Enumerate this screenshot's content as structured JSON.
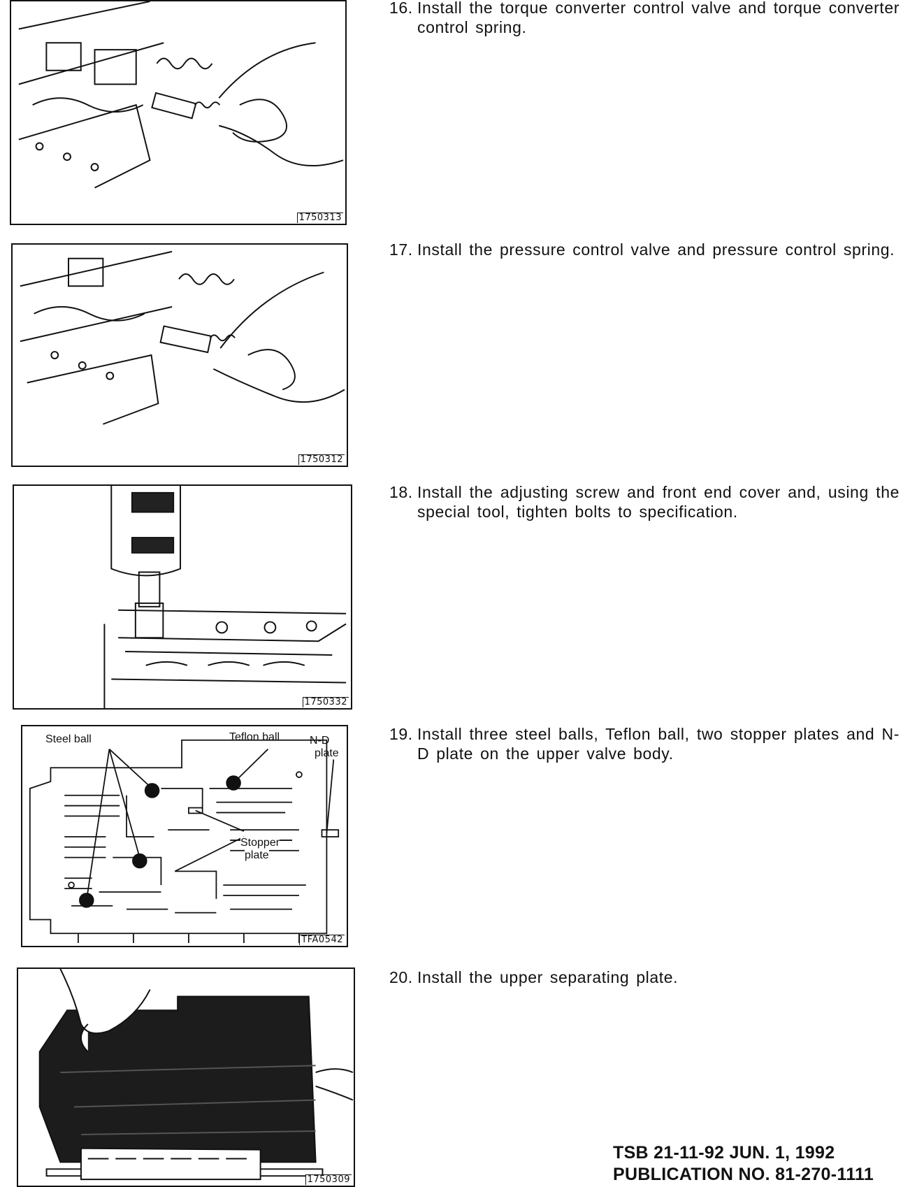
{
  "steps": [
    {
      "number": "16.",
      "text": "Install the torque converter control valve and torque converter control spring.",
      "figure_id": "1750313"
    },
    {
      "number": "17.",
      "text": "Install the pressure control valve and pressure control spring.",
      "figure_id": "1750312"
    },
    {
      "number": "18.",
      "text": "Install the adjusting screw and front end cover and, using the special tool, tighten bolts to specification.",
      "figure_id": "1750332"
    },
    {
      "number": "19.",
      "text": "Install three steel balls, Teflon ball, two stopper plates and N-D plate on the upper valve body.",
      "figure_id": "TFA0542"
    },
    {
      "number": "20.",
      "text": "Install the upper separating plate.",
      "figure_id": "1750309"
    }
  ],
  "figure4_labels": {
    "steel_ball": "Steel ball",
    "teflon_ball": "Teflon ball",
    "nd_plate_line1": "N-D",
    "nd_plate_line2": "plate",
    "stopper_line1": "Stopper",
    "stopper_line2": "plate"
  },
  "footer": {
    "line1": "TSB 21-11-92  JUN. 1, 1992",
    "line2": "PUBLICATION NO. 81-270-1111"
  }
}
